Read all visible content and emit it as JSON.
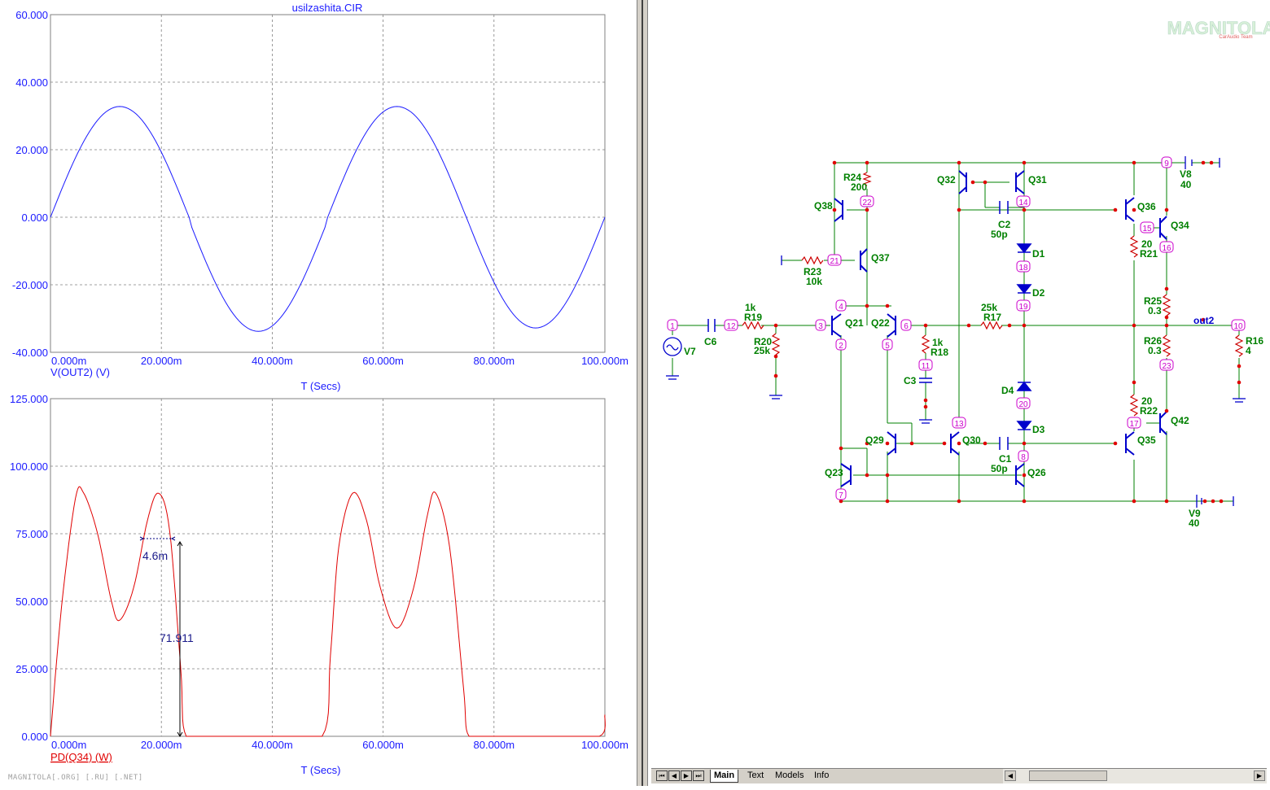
{
  "window": {
    "title": "usilzashita.CIR"
  },
  "plots": {
    "top": {
      "yticks": [
        "60.000",
        "40.000",
        "20.000",
        "0.000",
        "-20.000",
        "-40.000"
      ],
      "xticks": [
        "0.000m",
        "20.000m",
        "40.000m",
        "60.000m",
        "80.000m",
        "100.000m"
      ],
      "trace_label": "V(OUT2) (V)",
      "xlabel": "T (Secs)",
      "color": "#1a1aff"
    },
    "bottom": {
      "yticks": [
        "125.000",
        "100.000",
        "75.000",
        "50.000",
        "25.000",
        "0.000"
      ],
      "xticks": [
        "0.000m",
        "20.000m",
        "40.000m",
        "60.000m",
        "80.000m",
        "100.000m"
      ],
      "trace_label": "PD(Q34) (W)",
      "xlabel": "T (Secs)",
      "color": "#e00000",
      "annotation_dx": "4.6m",
      "annotation_dy": "71.911"
    }
  },
  "chart_data": [
    {
      "type": "line",
      "title": "usilzashita.CIR",
      "xlabel": "T (Secs)",
      "ylabel": "V(OUT2) (V)",
      "xlim": [
        0,
        0.1
      ],
      "ylim": [
        -40,
        60
      ],
      "grid": true,
      "series": [
        {
          "name": "V(OUT2) (V)",
          "x": [
            0,
            0.005,
            0.01,
            0.0125,
            0.015,
            0.02,
            0.025,
            0.03,
            0.035,
            0.0375,
            0.04,
            0.045,
            0.05,
            0.055,
            0.06,
            0.0625,
            0.065,
            0.07,
            0.075,
            0.08,
            0.085,
            0.0875,
            0.09,
            0.095,
            0.1
          ],
          "y": [
            0,
            22.6,
            31.7,
            32.0,
            30.8,
            22.0,
            0.5,
            -22.5,
            -32.8,
            -33.9,
            -33.0,
            -23.0,
            -0.5,
            22.6,
            31.9,
            32.6,
            31.2,
            22.4,
            0.4,
            -22.6,
            -33.0,
            -33.7,
            -32.6,
            -22.9,
            0.4
          ]
        }
      ]
    },
    {
      "type": "line",
      "xlabel": "T (Secs)",
      "ylabel": "PD(Q34) (W)",
      "xlim": [
        0,
        0.1
      ],
      "ylim": [
        0,
        125
      ],
      "grid": true,
      "annotations": [
        "4.6m",
        "71.911"
      ],
      "series": [
        {
          "name": "PD(Q34) (W)",
          "x": [
            0,
            0.002,
            0.0045,
            0.006,
            0.0085,
            0.011,
            0.0125,
            0.015,
            0.0175,
            0.0195,
            0.0215,
            0.0235,
            0.0245,
            0.03,
            0.04,
            0.049,
            0.0505,
            0.052,
            0.0545,
            0.057,
            0.0595,
            0.0625,
            0.0655,
            0.068,
            0.0695,
            0.072,
            0.0745,
            0.0755,
            0.08,
            0.09,
            0.099,
            0.1
          ],
          "y": [
            0,
            48,
            88,
            90,
            75,
            50,
            43,
            55,
            80,
            90,
            76,
            25,
            0,
            0,
            0,
            0,
            30,
            70,
            90,
            80,
            55,
            40,
            55,
            82,
            90,
            70,
            18,
            0,
            0,
            0,
            0,
            8
          ]
        }
      ]
    }
  ],
  "schematic": {
    "components": [
      "Q21",
      "Q22",
      "Q23",
      "Q26",
      "Q29",
      "Q30",
      "Q31",
      "Q32",
      "Q34",
      "Q35",
      "Q36",
      "Q37",
      "Q38",
      "Q42",
      "D1",
      "D2",
      "D3",
      "D4",
      "C1",
      "C2",
      "C3",
      "C6",
      "R16",
      "R17",
      "R18",
      "R19",
      "R20",
      "R21",
      "R22",
      "R23",
      "R24",
      "R25",
      "R26",
      "V7",
      "V8",
      "V9"
    ],
    "labels": {
      "r19v": "1k",
      "r19": "R19",
      "c6": "C6",
      "r20": "R20",
      "r20v": "25k",
      "r23": "R23",
      "r23v": "10k",
      "r24": "R24",
      "r24v": "200",
      "q38": "Q38",
      "q37": "Q37",
      "q21": "Q21",
      "q22": "Q22",
      "q32": "Q32",
      "q31": "Q31",
      "c2": "C2",
      "c2v": "50p",
      "d1": "D1",
      "d2": "D2",
      "r17v": "25k",
      "r17": "R17",
      "r18v": "1k",
      "r18": "R18",
      "c3": "C3",
      "d4": "D4",
      "d3": "D3",
      "q29": "Q29",
      "q30": "Q30",
      "q23": "Q23",
      "c1": "C1",
      "c1v": "50p",
      "q26": "Q26",
      "q36": "Q36",
      "q34": "Q34",
      "r21v": "20",
      "r21": "R21",
      "r25": "R25",
      "r25v": "0.3",
      "r26": "R26",
      "r26v": "0.3",
      "r22v": "20",
      "r22": "R22",
      "q42": "Q42",
      "q35": "Q35",
      "v8": "V8",
      "v8v": "40",
      "v9": "V9",
      "v9v": "40",
      "v7": "V7",
      "r16": "R16",
      "r16v": "4",
      "out2": "out2"
    },
    "nodes": [
      "1",
      "2",
      "3",
      "4",
      "5",
      "6",
      "7",
      "8",
      "9",
      "10",
      "11",
      "12",
      "13",
      "14",
      "15",
      "16",
      "17",
      "18",
      "19",
      "20",
      "21",
      "22",
      "23"
    ]
  },
  "tabs": [
    "Main",
    "Text",
    "Models",
    "Info"
  ],
  "active_tab": "Main",
  "watermark": {
    "brand": "MAGNITOLA",
    "sub": "CarAudio Team"
  },
  "footer": "MAGNITOLA[.ORG] [.RU] [.NET]"
}
